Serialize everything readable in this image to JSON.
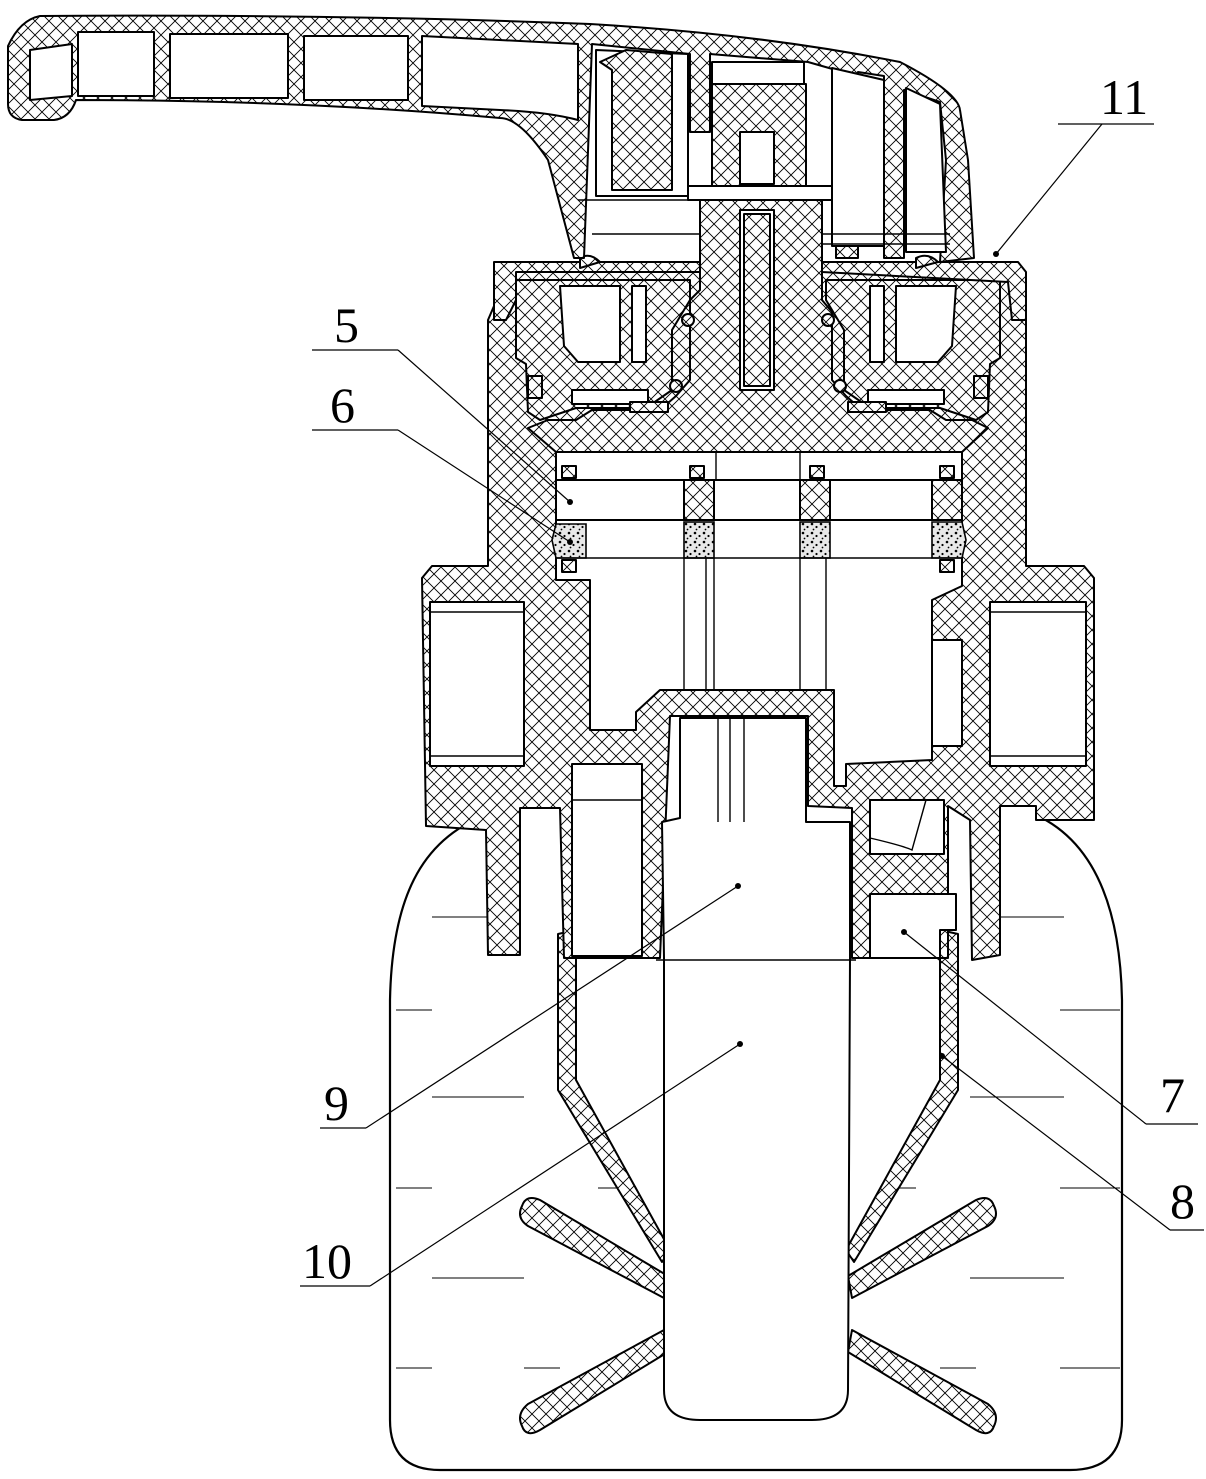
{
  "figure": {
    "callouts": [
      {
        "id": "callout-11",
        "text": "11"
      },
      {
        "id": "callout-5",
        "text": "5"
      },
      {
        "id": "callout-6",
        "text": "6"
      },
      {
        "id": "callout-9",
        "text": "9"
      },
      {
        "id": "callout-7",
        "text": "7"
      },
      {
        "id": "callout-8",
        "text": "8"
      },
      {
        "id": "callout-10",
        "text": "10"
      }
    ]
  }
}
